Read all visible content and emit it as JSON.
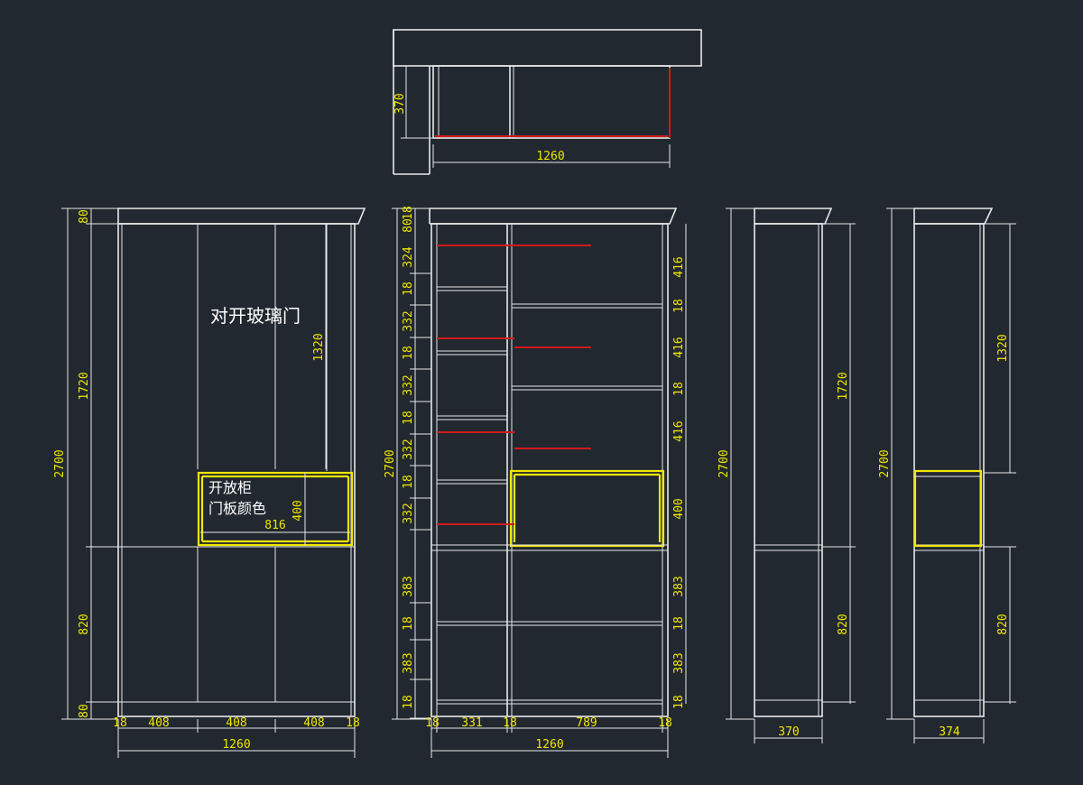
{
  "colors": {
    "background": "#212830",
    "lines": "#e8e8e8",
    "dimension_text": "#f2e600",
    "highlight": "#f2e600",
    "shelf_marks": "#d21a1a"
  },
  "labels": {
    "glass_door": "对开玻璃门",
    "open_cabinet_line1": "开放柜",
    "open_cabinet_line2": "门板颜色"
  },
  "top_view": {
    "depth": "370",
    "width": "1260"
  },
  "front_view": {
    "total_height": "2700",
    "top_height": "80",
    "upper_height": "1720",
    "lower_height": "820",
    "base_height": "80",
    "glass_height": "1320",
    "open_height": "400",
    "open_width": "816",
    "side_panel": "18",
    "door_width": "408",
    "total_width": "1260"
  },
  "interior_view": {
    "total_height": "2700",
    "top_values": [
      "18",
      "80"
    ],
    "left_column": [
      "324",
      "18",
      "332",
      "18",
      "332",
      "18",
      "332",
      "18",
      "332",
      "383",
      "18",
      "383",
      "18"
    ],
    "right_column": [
      "416",
      "18",
      "416",
      "18",
      "416",
      "400",
      "383",
      "18",
      "383",
      "18"
    ],
    "bottom_widths": [
      "18",
      "331",
      "18",
      "789",
      "18"
    ],
    "total_width": "1260"
  },
  "side_view_1": {
    "total_height": "2700",
    "upper_height": "1720",
    "lower_height": "820",
    "depth": "370"
  },
  "side_view_2": {
    "total_height": "2700",
    "upper_height": "1320",
    "lower_height": "820",
    "depth": "374"
  }
}
